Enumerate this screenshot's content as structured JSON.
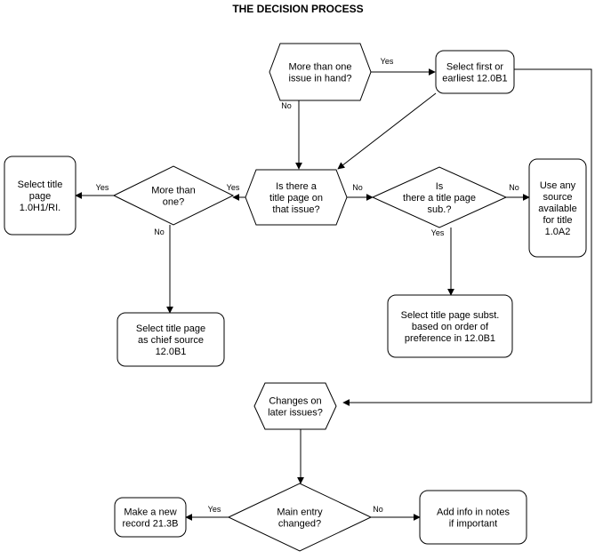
{
  "title": "THE DECISION PROCESS",
  "nodes": {
    "more_than_one_issue": {
      "shape": "hexagon",
      "lines": [
        "More than one",
        "issue in hand?"
      ]
    },
    "select_first_issue": {
      "shape": "rounded-rect",
      "lines": [
        "Select first or",
        "earliest 12.0B1"
      ]
    },
    "is_title_page": {
      "shape": "hexagon",
      "lines": [
        "Is there a",
        "title page on",
        "that issue?"
      ]
    },
    "more_than_one": {
      "shape": "diamond",
      "lines": [
        "More than",
        "one?"
      ]
    },
    "select_title_page_1": {
      "shape": "rounded-rect",
      "lines": [
        "Select title",
        "page",
        "1.0H1/RI."
      ]
    },
    "select_title_page_chief": {
      "shape": "rounded-rect",
      "lines": [
        "Select title page",
        "as chief source",
        "12.0B1"
      ]
    },
    "is_title_page_sub": {
      "shape": "diamond",
      "lines": [
        "Is",
        "there a title page",
        "sub.?"
      ]
    },
    "use_any_source": {
      "shape": "rounded-rect",
      "lines": [
        "Use any",
        "source",
        "available",
        "for title",
        "1.0A2"
      ]
    },
    "select_title_page_subst": {
      "shape": "rounded-rect",
      "lines": [
        "Select title page subst.",
        "based on order of",
        "preference in 12.0B1"
      ]
    },
    "changes_on_later": {
      "shape": "hexagon",
      "lines": [
        "Changes on",
        "later issues?"
      ]
    },
    "main_entry_changed": {
      "shape": "diamond",
      "lines": [
        "Main entry",
        "changed?"
      ]
    },
    "make_new_record": {
      "shape": "rounded-rect",
      "lines": [
        "Make a new",
        "record 21.3B"
      ]
    },
    "add_info_notes": {
      "shape": "rounded-rect",
      "lines": [
        "Add info in notes",
        "if important"
      ]
    }
  },
  "edges": [
    {
      "from": "more_than_one_issue",
      "to": "select_first_issue",
      "label": "Yes"
    },
    {
      "from": "more_than_one_issue",
      "to": "is_title_page",
      "label": "No"
    },
    {
      "from": "select_first_issue",
      "to": "is_title_page",
      "label": ""
    },
    {
      "from": "select_first_issue",
      "to": "changes_on_later",
      "label": ""
    },
    {
      "from": "is_title_page",
      "to": "more_than_one",
      "label": "Yes"
    },
    {
      "from": "is_title_page",
      "to": "is_title_page_sub",
      "label": "No"
    },
    {
      "from": "more_than_one",
      "to": "select_title_page_1",
      "label": "Yes"
    },
    {
      "from": "more_than_one",
      "to": "select_title_page_chief",
      "label": "No"
    },
    {
      "from": "is_title_page_sub",
      "to": "use_any_source",
      "label": "No"
    },
    {
      "from": "is_title_page_sub",
      "to": "select_title_page_subst",
      "label": "Yes"
    },
    {
      "from": "changes_on_later",
      "to": "main_entry_changed",
      "label": ""
    },
    {
      "from": "main_entry_changed",
      "to": "make_new_record",
      "label": "Yes"
    },
    {
      "from": "main_entry_changed",
      "to": "add_info_notes",
      "label": "No"
    }
  ]
}
